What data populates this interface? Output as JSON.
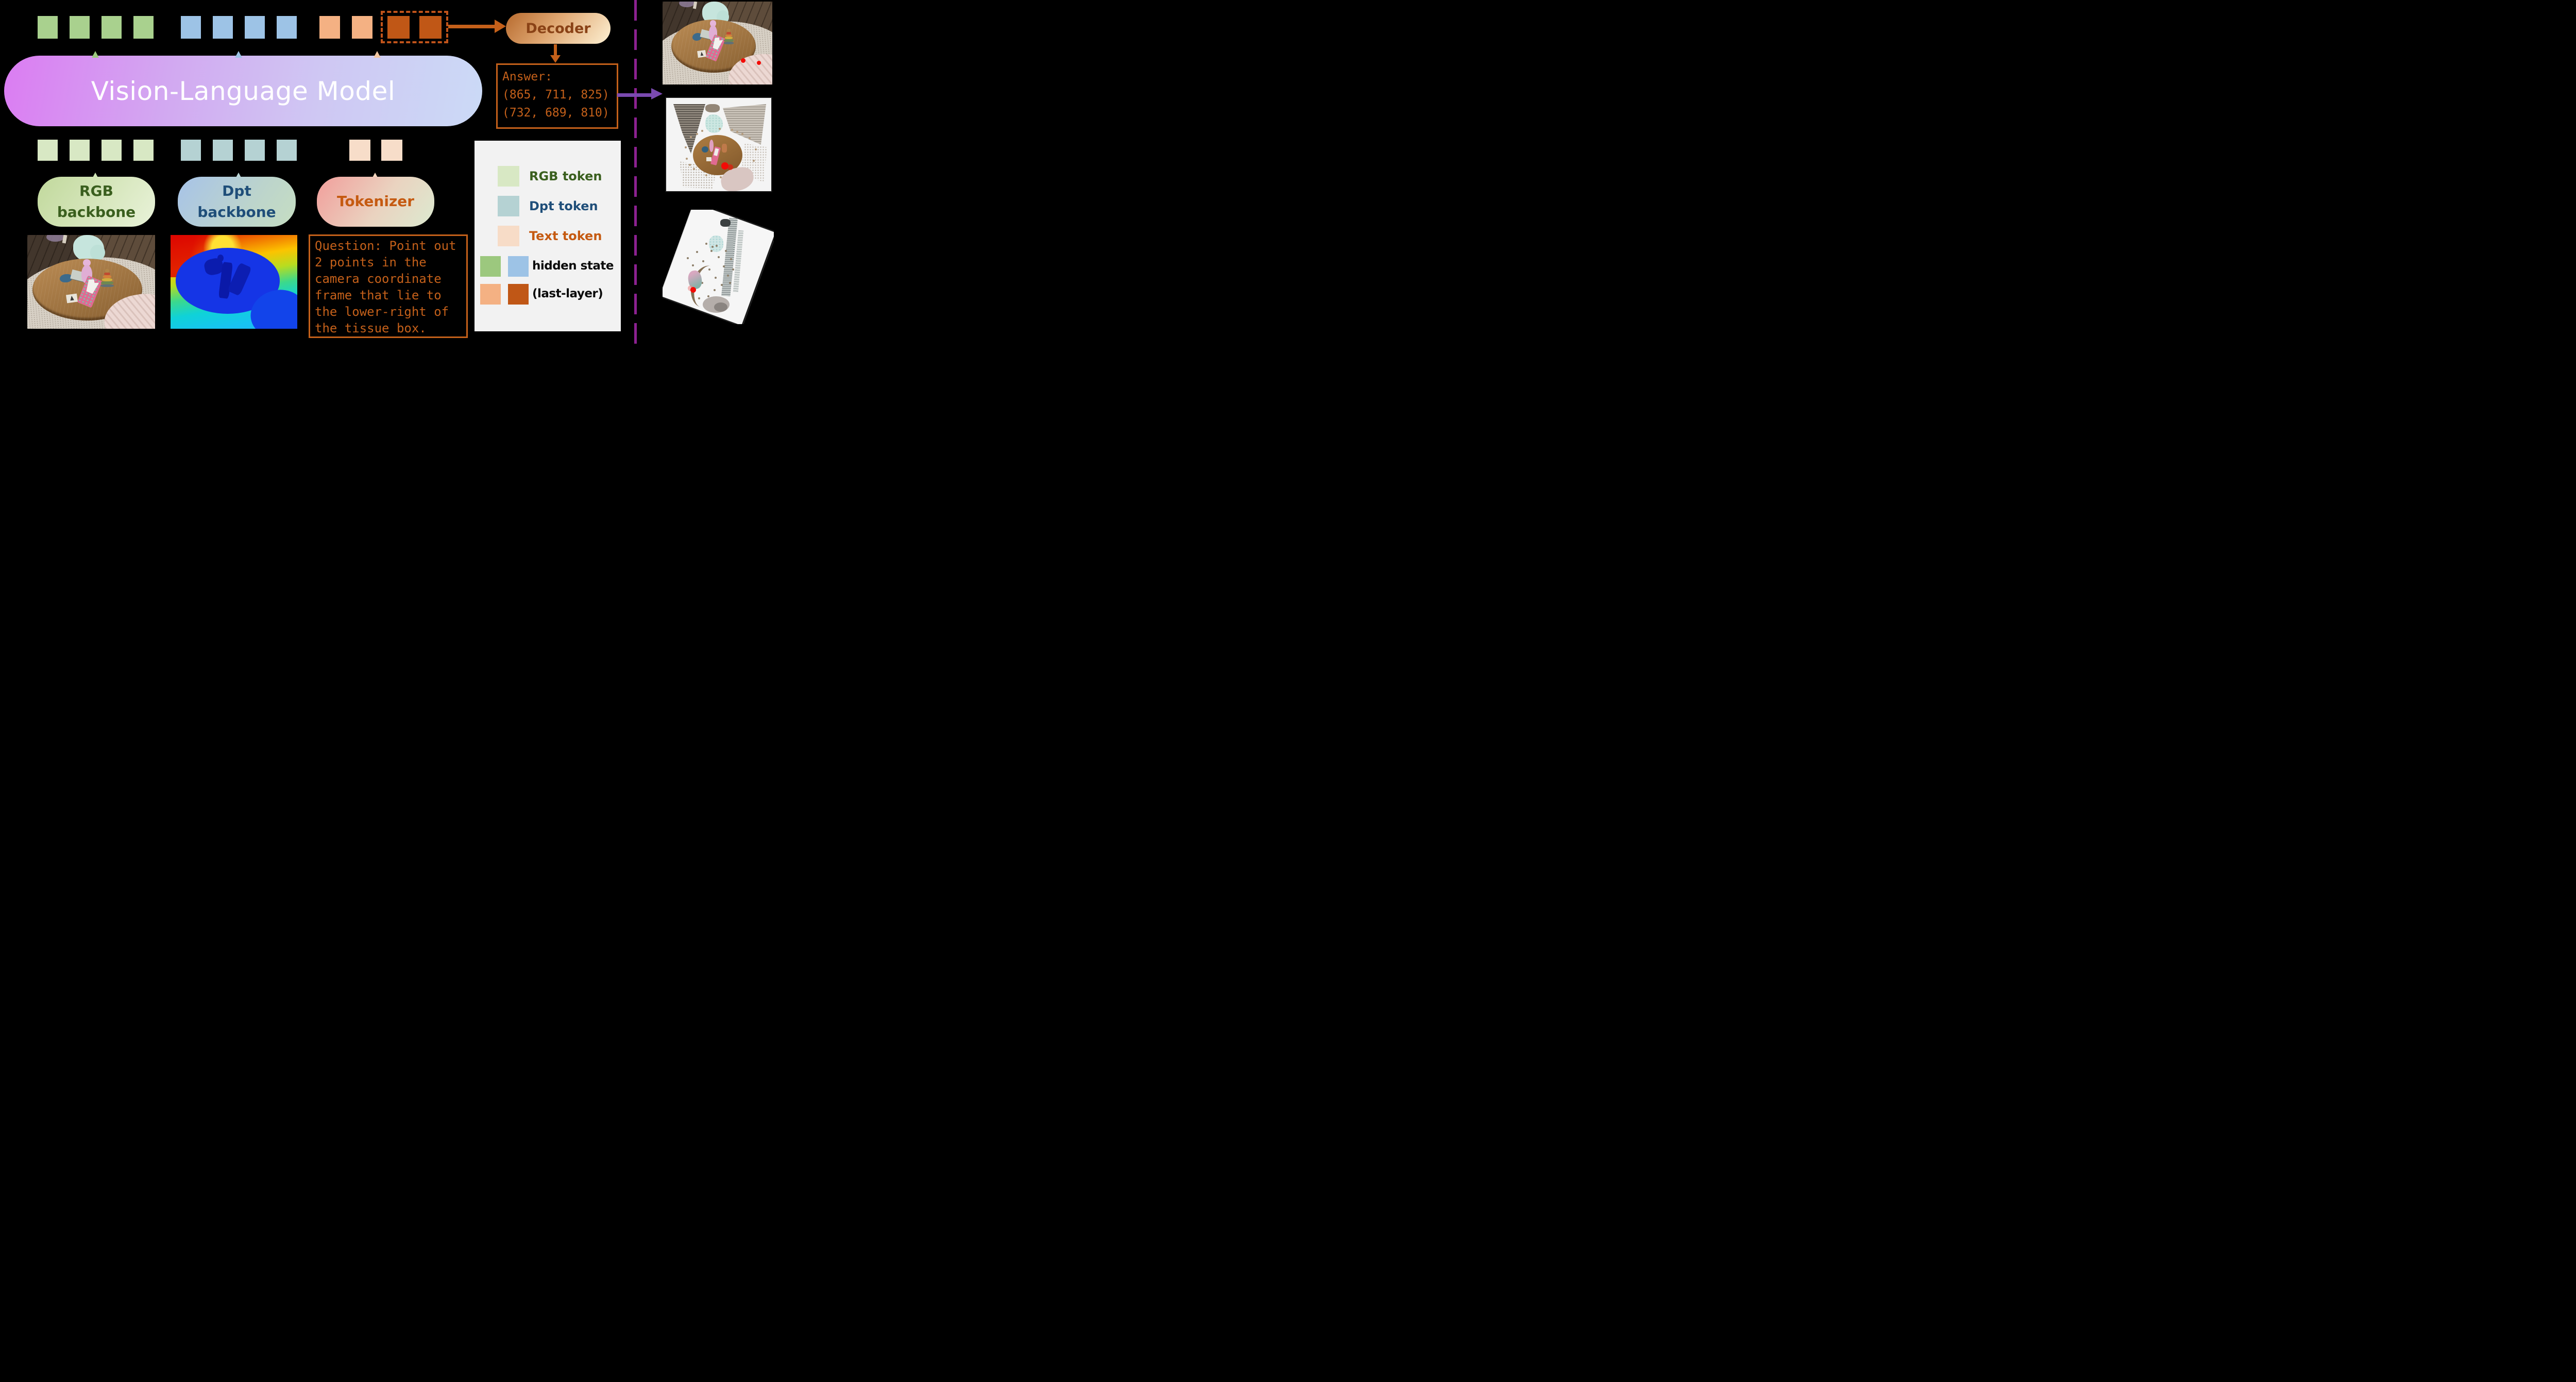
{
  "figure": {
    "vlm": {
      "label": "Vision-Language Model"
    },
    "decoder": {
      "label": "Decoder"
    },
    "rgb_backbone": {
      "line1": "RGB",
      "line2": "backbone"
    },
    "dpt_backbone": {
      "line1": "Dpt",
      "line2": "backbone"
    },
    "tokenizer": {
      "label": "Tokenizer"
    },
    "answer_box": {
      "lines": [
        "Answer:",
        "(865, 711, 825)",
        "(732, 689, 810)"
      ]
    },
    "question_box": {
      "lines": [
        "Question: Point out",
        "2 points in the",
        "camera coordinate",
        "frame that lie to",
        "the lower-right of",
        "the tissue box."
      ]
    },
    "legend": {
      "items": [
        {
          "label": "RGB token",
          "swatch": "#d8e8c4",
          "text_color": "#3a5f1e"
        },
        {
          "label": "Dpt token",
          "swatch": "#b5d2d3",
          "text_color": "#1f4e79"
        },
        {
          "label": "Text token",
          "swatch": "#f7dcc7",
          "text_color": "#c55a11"
        }
      ],
      "hidden_state": {
        "line1": "hidden state",
        "line2": "(last-layer)",
        "swatches": [
          "#9cc87e",
          "#9dc3e6",
          "#f4b183",
          "#c05716"
        ],
        "text_color": "#0b0b0b"
      }
    },
    "token_rows": {
      "vlm_output_rgb": {
        "count": 4,
        "color": "#a9d18e"
      },
      "vlm_output_dpt": {
        "count": 4,
        "color": "#9dc3e6"
      },
      "vlm_output_text": {
        "count": 2,
        "color": "#f4b183"
      },
      "generated": {
        "count": 2,
        "color": "#c05716"
      },
      "input_rgb": {
        "count": 4,
        "color": "#d8e8c4"
      },
      "input_dpt": {
        "count": 4,
        "color": "#b5d2d3"
      },
      "input_text": {
        "count": 2,
        "color": "#f7ddc9"
      }
    },
    "colors": {
      "background": "#000000",
      "orange_accent": "#c4601a",
      "dashed_token_border": "#c0531a",
      "purple_divider": "#8c2191",
      "purple_arrow": "#7a4ab0",
      "vlm_gradient": [
        "#db7cf2",
        "#cbdaf6"
      ],
      "decoder_gradient": [
        "#b96d31",
        "#fbeccd"
      ],
      "rgb_backbone_gradient": [
        "#c3da9f",
        "#e7f1d6"
      ],
      "dpt_backbone_gradient": [
        "#a7c3e8",
        "#c6dec2"
      ],
      "tokenizer_gradient": [
        "#f19e9b",
        "#dcead0"
      ],
      "result_point_color": "#f30b06"
    }
  }
}
